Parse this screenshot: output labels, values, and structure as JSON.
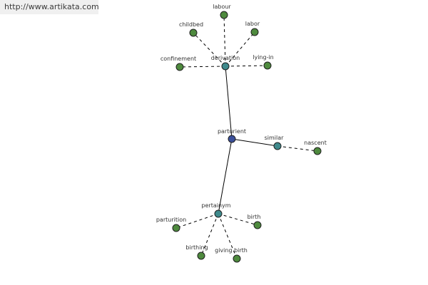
{
  "watermark": {
    "url": "http://www.artikata.com"
  },
  "colors": {
    "center_node": "#3a4f9a",
    "relation_node": "#3f8a8c",
    "word_node": "#4e8a3e",
    "edge": "#000000"
  },
  "graph": {
    "center": {
      "id": "parturient",
      "label": "parturient",
      "kind": "center"
    },
    "relations": [
      {
        "id": "derivation",
        "label": "derivation",
        "kind": "relation"
      },
      {
        "id": "similar",
        "label": "similar",
        "kind": "relation"
      },
      {
        "id": "pertainym",
        "label": "pertainym",
        "kind": "relation"
      }
    ],
    "words": [
      {
        "id": "labour",
        "label": "labour",
        "relation": "derivation"
      },
      {
        "id": "childbed",
        "label": "childbed",
        "relation": "derivation"
      },
      {
        "id": "labor",
        "label": "labor",
        "relation": "derivation"
      },
      {
        "id": "confinement",
        "label": "confinement",
        "relation": "derivation"
      },
      {
        "id": "lying-in",
        "label": "lying-in",
        "relation": "derivation"
      },
      {
        "id": "nascent",
        "label": "nascent",
        "relation": "similar"
      },
      {
        "id": "parturition",
        "label": "parturition",
        "relation": "pertainym"
      },
      {
        "id": "birth",
        "label": "birth",
        "relation": "pertainym"
      },
      {
        "id": "birthing",
        "label": "birthing",
        "relation": "pertainym"
      },
      {
        "id": "giving-birth",
        "label": "giving birth",
        "relation": "pertainym"
      }
    ]
  }
}
